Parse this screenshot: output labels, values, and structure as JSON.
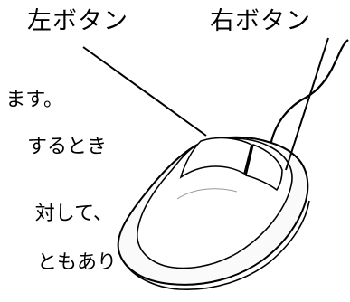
{
  "labels": {
    "left_button": "左ボタン",
    "right_button": "右ボタン"
  },
  "body_text": {
    "line1": "ます。",
    "line2": "するとき",
    "line3": "対して、",
    "line4": "ともあり"
  },
  "colors": {
    "ink": "#000000",
    "background": "#ffffff"
  }
}
